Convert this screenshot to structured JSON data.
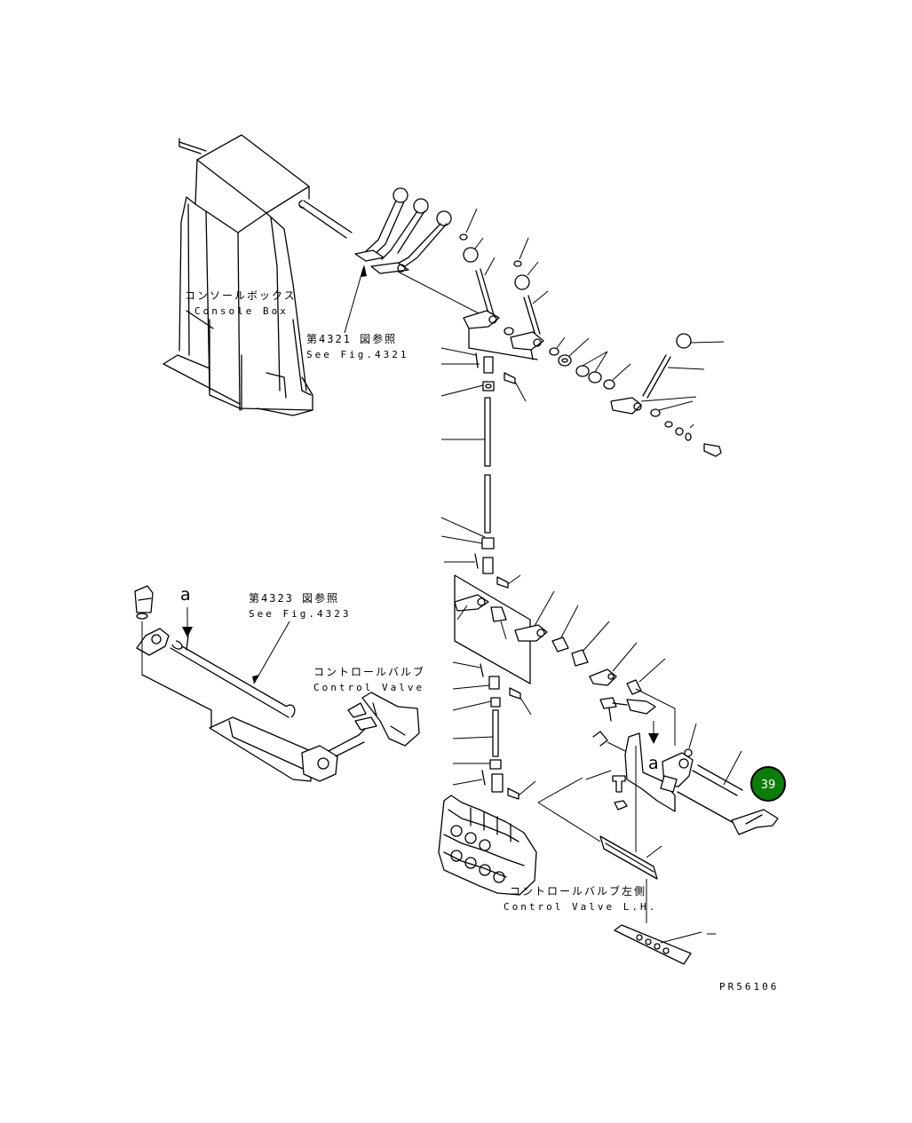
{
  "labels": {
    "console_box_jp": "コンソールボックス",
    "console_box_en": "Console Box",
    "fig4321_jp": "第4321 図参照",
    "fig4321_en": "See Fig.4321",
    "fig4323_jp": "第4323 図参照",
    "fig4323_en": "See Fig.4323",
    "control_valve_jp": "コントロールバルブ",
    "control_valve_en": "Control Valve",
    "control_valve_lh_jp": "コントロールバルブ左側",
    "control_valve_lh_en": "Control Valve L.H.",
    "ref_a_top": "a",
    "ref_a_bottom": "a",
    "drawing_number": "PR56106"
  },
  "callout": {
    "number": "39",
    "color": "#0b7d0b",
    "ring_color": "#000000"
  },
  "icons": [
    "arrow-down-icon"
  ]
}
